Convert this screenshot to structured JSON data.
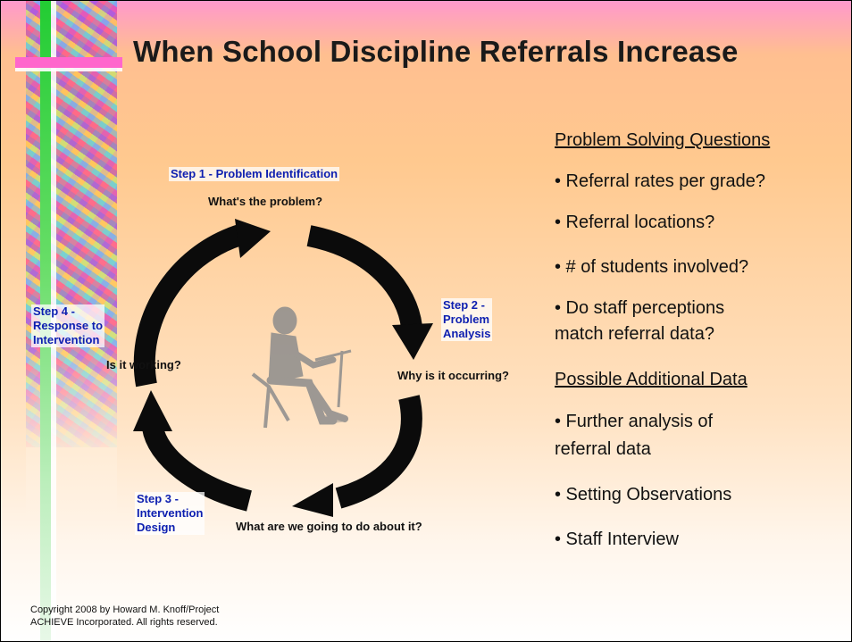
{
  "title": "When School Discipline Referrals Increase",
  "cycle": {
    "step1": {
      "label": "Step 1 - Problem Identification",
      "question": "What's the problem?"
    },
    "step2": {
      "label_lines": [
        "Step 2 -",
        "Problem",
        "Analysis"
      ],
      "question": "Why is it occurring?"
    },
    "step3": {
      "label_lines": [
        "Step 3 -",
        "Intervention",
        "Design"
      ],
      "question": "What are we going to do about it?"
    },
    "step4": {
      "label_lines": [
        "Step 4 -",
        "Response to",
        "Intervention"
      ],
      "question": "Is it working?"
    }
  },
  "problem_solving": {
    "heading": "Problem Solving Questions",
    "items": [
      "• Referral rates per grade?",
      "• Referral locations?",
      "• # of students involved?",
      "• Do staff perceptions",
      "match referral data?"
    ]
  },
  "additional_data": {
    "heading": "Possible Additional Data",
    "items": [
      "• Further analysis of",
      "referral data",
      "• Setting Observations",
      "• Staff Interview"
    ]
  },
  "copyright": {
    "line1": "Copyright 2008 by Howard M. Knoff/Project",
    "line2": "ACHIEVE Incorporated.  All rights reserved."
  },
  "colors": {
    "step_label": "#0d1fb0",
    "arrow": "#0b0b0b",
    "accent_bar": "#ff66cc"
  }
}
